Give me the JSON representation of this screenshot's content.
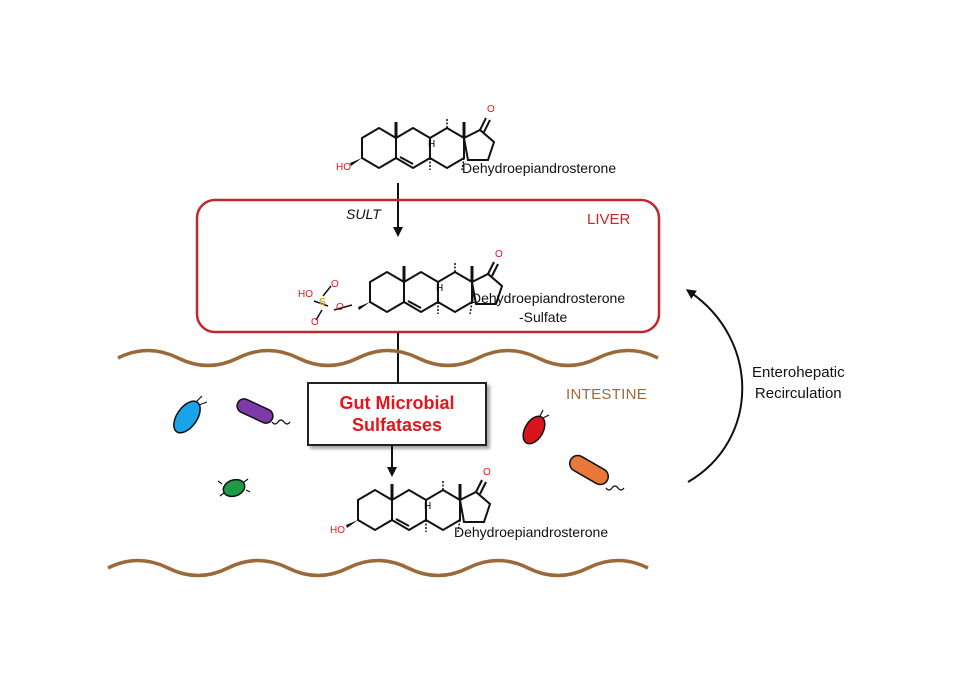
{
  "molecules": {
    "top": "Dehydroepiandrosterone",
    "middle_line1": "Dehydroepiandrosterone",
    "middle_line2": "-Sulfate",
    "bottom": "Dehydroepiandrosterone"
  },
  "atoms": {
    "ho": "HO",
    "o": "O",
    "s": "S",
    "h": "H"
  },
  "enzyme": {
    "sult": "SULT",
    "box_line1": "Gut Microbial",
    "box_line2": "Sulfatases"
  },
  "compartments": {
    "liver": "LIVER",
    "intestine": "INTESTINE"
  },
  "recirculation": {
    "line1": "Enterohepatic",
    "line2": "Recirculation"
  },
  "colors": {
    "liver": "#c0282d",
    "intestine": "#9b6a3a",
    "enzyme_text": "#e8141c",
    "heteroatom": "#e8141c",
    "sulfur": "#e0a01c",
    "bacteria": [
      "#1aa3e8",
      "#7d3aa8",
      "#1f9a48",
      "#d8141c",
      "#e8783a"
    ]
  }
}
